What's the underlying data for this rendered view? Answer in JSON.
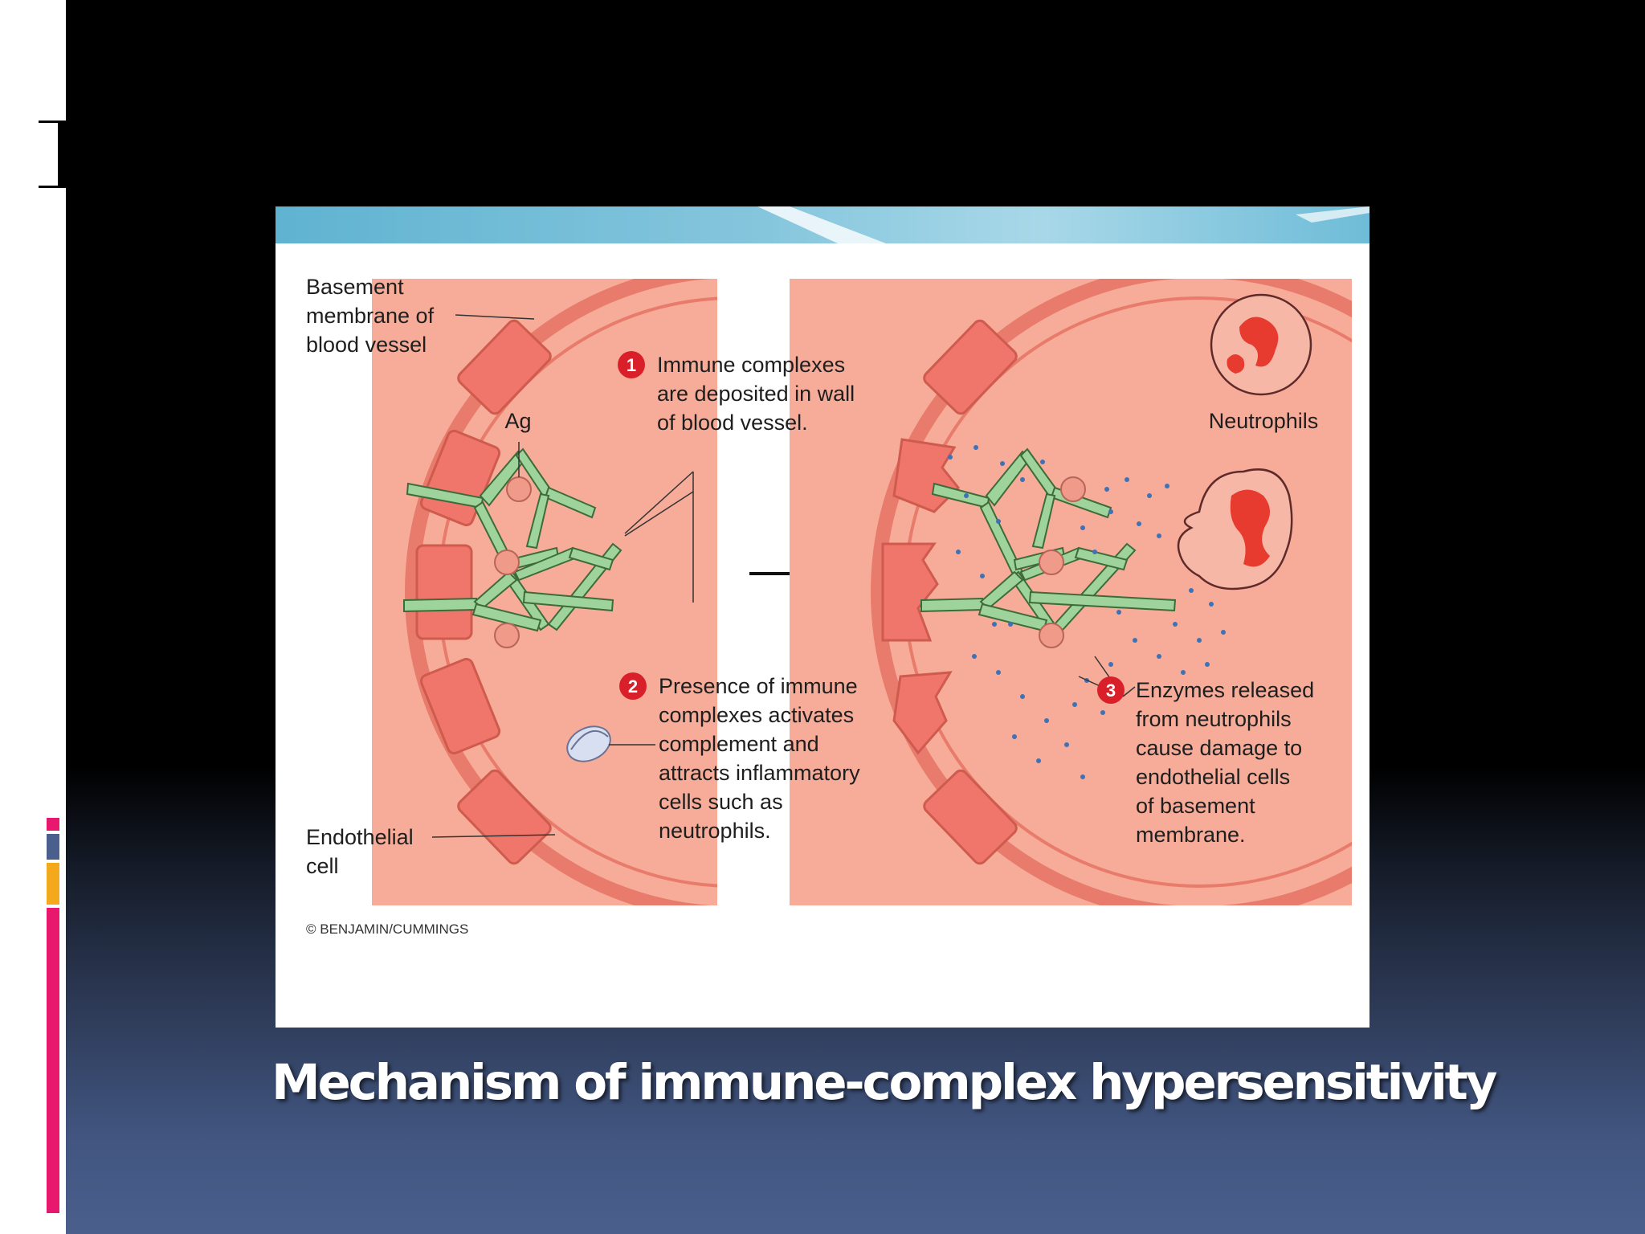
{
  "slide": {
    "title": "Mechanism of immune-complex hypersensitivity"
  },
  "diagram": {
    "labels": {
      "basement": [
        "Basement",
        "membrane of",
        "blood vessel"
      ],
      "ag": "Ag",
      "endothelial": [
        "Endothelial",
        "cell"
      ],
      "neutrophils": "Neutrophils"
    },
    "steps": [
      {
        "number": "1",
        "lines": [
          "Immune complexes",
          "are deposited in wall",
          "of blood vessel."
        ]
      },
      {
        "number": "2",
        "lines": [
          "Presence of immune",
          "complexes activates",
          "complement and",
          "attracts inflammatory",
          "cells such as",
          "neutrophils."
        ]
      },
      {
        "number": "3",
        "lines": [
          "Enzymes released",
          "from neutrophils",
          "cause damage to",
          "endothelial cells",
          "of basement",
          "membrane."
        ]
      }
    ],
    "credit": "© BENJAMIN/CUMMINGS"
  },
  "colors": {
    "vessel_wall": "#e87b6c",
    "tissue": "#f6ac98",
    "endothelial_cell": "#f0766b",
    "antibody": "#9ed49c",
    "antigen": "#f09a8a",
    "step_badge": "#d9202a",
    "enzyme_dot": "#3d72b8",
    "accent_pink": "#e8186e",
    "accent_orange": "#f4a81c"
  },
  "icons": [
    "step-badge-icon",
    "complement-icon",
    "neutrophil-icon",
    "arrow-right-icon"
  ]
}
